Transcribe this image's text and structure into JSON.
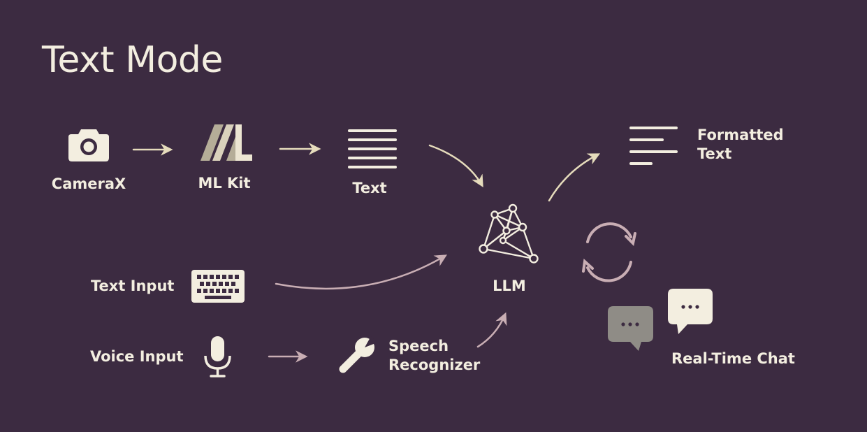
{
  "title": "Text Mode",
  "nodes": {
    "camerax": "CameraX",
    "mlkit": "ML Kit",
    "text": "Text",
    "llm": "LLM",
    "formatted_line1": "Formatted",
    "formatted_line2": "Text",
    "text_input": "Text Input",
    "voice_input": "Voice Input",
    "speech_line1": "Speech",
    "speech_line2": "Recognizer",
    "chat": "Real-Time Chat"
  },
  "colors": {
    "background": "#3c2b41",
    "foreground": "#f3eee0",
    "arrow_top": "#e6dcbc",
    "arrow_bottom": "#c9aeb4",
    "chat_gray": "#8f8c86"
  },
  "icons": {
    "camerax": "camera-icon",
    "mlkit": "ml-kit-logo-icon",
    "text": "text-lines-icon",
    "formatted": "formatted-text-icon",
    "llm": "neural-network-icon",
    "sync": "sync-cycle-icon",
    "text_input": "keyboard-icon",
    "voice_input": "microphone-icon",
    "speech": "wrench-icon",
    "chat": "chat-bubbles-icon"
  }
}
